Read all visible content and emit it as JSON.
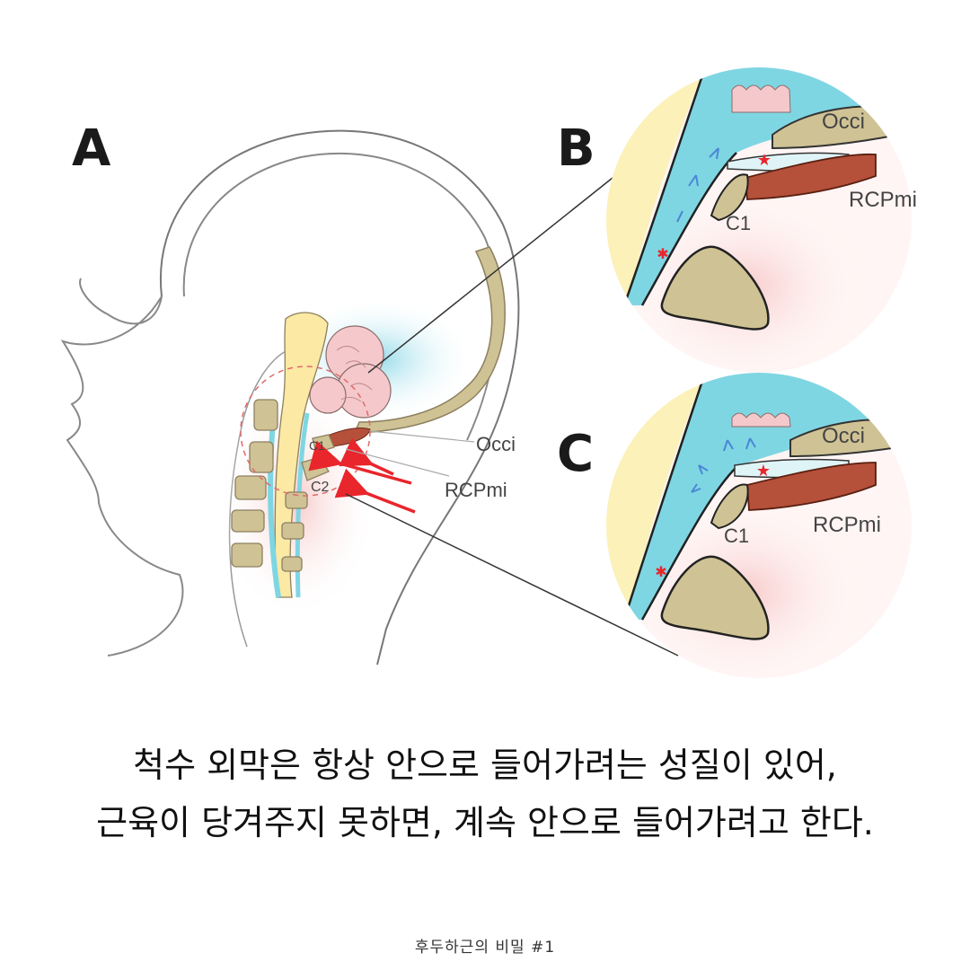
{
  "panels": {
    "a": "A",
    "b": "B",
    "c": "C"
  },
  "labels": {
    "occi": "Occi",
    "rcpmi": "RCPmi",
    "c1": "C1",
    "c2": "C2"
  },
  "caption": {
    "line1": "척수 외막은 항상 안으로 들어가려는 성질이 있어,",
    "line2": "근육이 당겨주지 못하면, 계속 안으로 들어가려고 한다."
  },
  "footer": "후두하근의 비밀 #1",
  "colors": {
    "csf": "#7fd6e3",
    "bone": "#cfc294",
    "brainstem": "#fbe9a4",
    "muscle": "#b5503a",
    "cerebellum": "#f5c9cc",
    "arrow": "#e8262c"
  }
}
